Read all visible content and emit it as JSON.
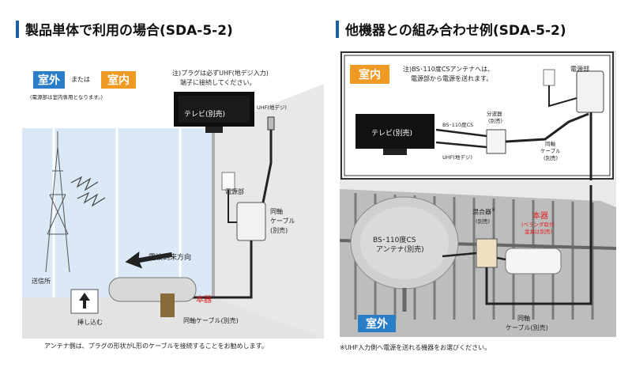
{
  "left": {
    "title": "製品単体で利用の場合(SDA-5-2)",
    "tag_outdoor": "室外",
    "tag_or": "または",
    "tag_indoor": "室内",
    "power_note": "(電源部は室内専用となります。)",
    "plug_note_line1": "注)プラグは必ずUHF(地デジ入力)",
    "plug_note_line2": "端子に接続してください。",
    "tv_label": "テレビ(別売)",
    "uhf_label": "UHF(地デジ)",
    "power_unit_label": "電源部",
    "coax_label_line1": "同軸",
    "coax_label_line2": "ケーブル",
    "coax_label_line3": "(別売)",
    "wave_direction": "電波到来方向",
    "transmitter": "送信所",
    "device_label": "本器",
    "insert_label": "挿し込む",
    "coax_bottom": "同軸ケーブル(別売)",
    "footnote": "アンテナ側は、プラグの形状がL形のケーブルを接続することをお勧めします。"
  },
  "right": {
    "title": "他機器との組み合わせ例(SDA-5-2)",
    "tag_indoor": "室内",
    "note_line1": "注)BS･110度CSアンテナへは、",
    "note_line2": "電源部から電源を送れます。",
    "power_unit_label": "電源部",
    "tv_label": "テレビ(別売)",
    "bs_cs_label": "BS･110度CS",
    "uhf_label": "UHF(地デジ)",
    "splitter_line1": "分波器",
    "splitter_line2": "(別売)",
    "coax_line1": "同軸",
    "coax_line2": "ケーブル",
    "coax_line3": "(別売)",
    "dish_line1": "BS･110度CS",
    "dish_line2": "アンテナ(別売)",
    "mixer_line1": "混合器",
    "mixer_line2": "(別売)",
    "mixer_mark": "※",
    "device_label": "本器",
    "device_sub1": "(ベランダ取付",
    "device_sub2": "金具は別売)",
    "tag_outdoor": "室外",
    "coax_bottom1": "同軸",
    "coax_bottom2": "ケーブル(別売)",
    "footnote": "※UHF入力側へ電源を送れる機器をお選びください。"
  },
  "colors": {
    "heading_bar": "#1f5fa8",
    "tag_blue": "#2a7ec8",
    "tag_orange": "#ef9a22",
    "accent_red": "#e02020",
    "panel_gray": "#e6e6e6",
    "wall_light": "#dbe9f6"
  }
}
